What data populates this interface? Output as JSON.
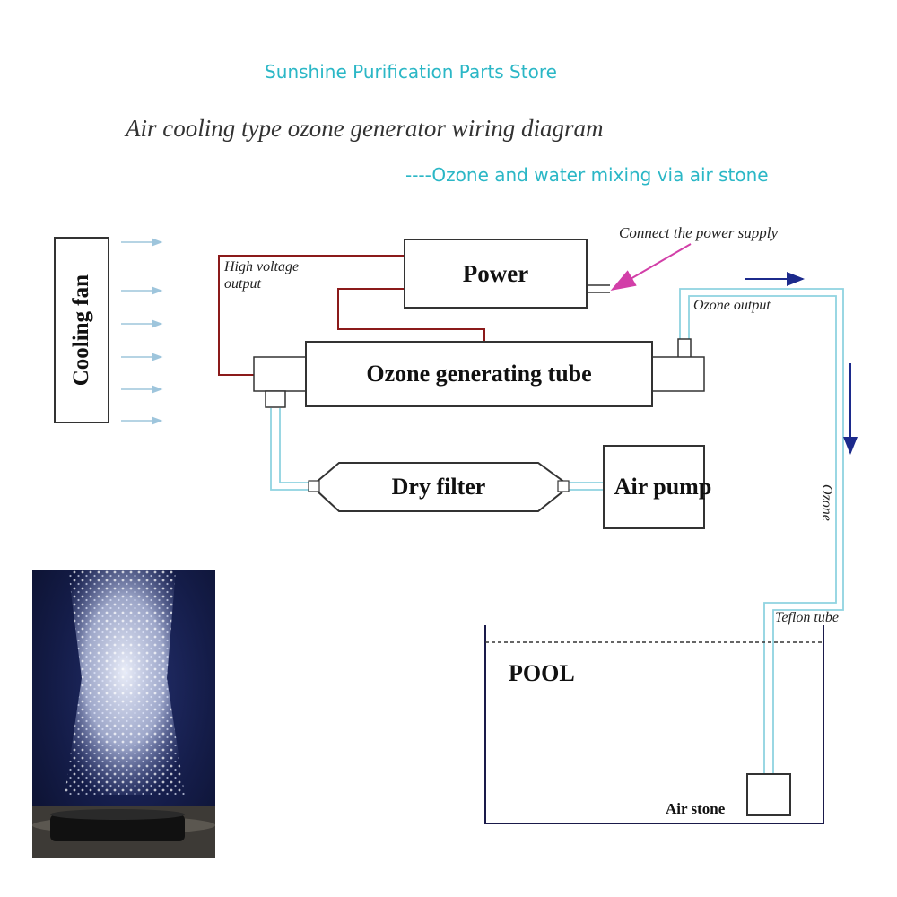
{
  "header": {
    "store_name": "Sunshine Purification Parts Store",
    "title": "Air cooling type ozone generator wiring diagram",
    "subtitle": "----Ozone and water mixing via air stone"
  },
  "components": {
    "cooling_fan": "Cooling fan",
    "power": "Power",
    "ozone_tube": "Ozone generating tube",
    "dry_filter": "Dry filter",
    "air_pump": "Air pump",
    "pool": "POOL",
    "air_stone": "Air stone"
  },
  "annotations": {
    "connect_power": "Connect the power supply",
    "high_voltage": "High voltage output",
    "ozone_output": "Ozone output",
    "ozone": "Ozone",
    "teflon_tube": "Teflon tube"
  },
  "colors": {
    "cyan_text": "#2bb7c6",
    "tube_cyan": "#8fd3e0",
    "wire_red": "#8b1a1a",
    "arrow_navy": "#1c2a8c",
    "pointer_magenta": "#d23fa8",
    "fan_arrow": "#9ec5dc"
  }
}
